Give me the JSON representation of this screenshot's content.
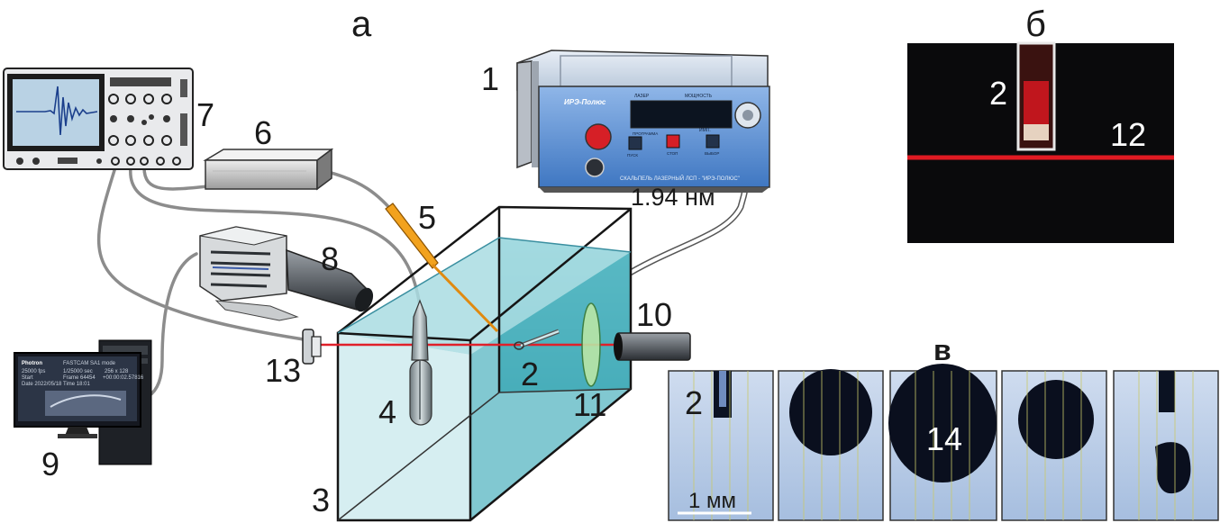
{
  "panels": {
    "a": "а",
    "b": "б",
    "v": "в"
  },
  "labels": {
    "n1": "1",
    "n2": "2",
    "n3": "3",
    "n4": "4",
    "n5": "5",
    "n6": "6",
    "n7": "7",
    "n8": "8",
    "n9": "9",
    "n10": "10",
    "n11": "11",
    "n12": "12",
    "n13": "13",
    "n14": "14",
    "wavelength": "1.94 нм",
    "scale": "1 мм"
  },
  "laser_panel": {
    "brand": "ИРЭ-Полюс",
    "hdr1": "ЛАЗЕР",
    "hdr2": "МОЩНОСТЬ",
    "prog": "ПРОГРАММА",
    "mode": "ИМП.",
    "start": "ПУСК",
    "stop": "СТОП",
    "select": "ВЫБОР",
    "footer": "СКАЛЬПЕЛЬ ЛАЗЕРНЫЙ ЛСП - \"ИРЭ-ПОЛЮС\""
  },
  "monitor": {
    "app": "Photron",
    "cam": "FASTCAM SA1 mode",
    "fps": "25000 fps",
    "shutter": "1/25000 sec",
    "res": "256 x 128",
    "start": "Start",
    "frame": "Frame 64454",
    "time_rel": "+00:00:02.57816",
    "date": "Date 2022/05/18",
    "time": "Time 18:01"
  },
  "colors": {
    "water": "#5fbfc8",
    "laser_beam": "#e0202a",
    "cable": "#8a8a8a",
    "photo_bg": "#b8cde6",
    "bubble": "#0a0f1e"
  }
}
